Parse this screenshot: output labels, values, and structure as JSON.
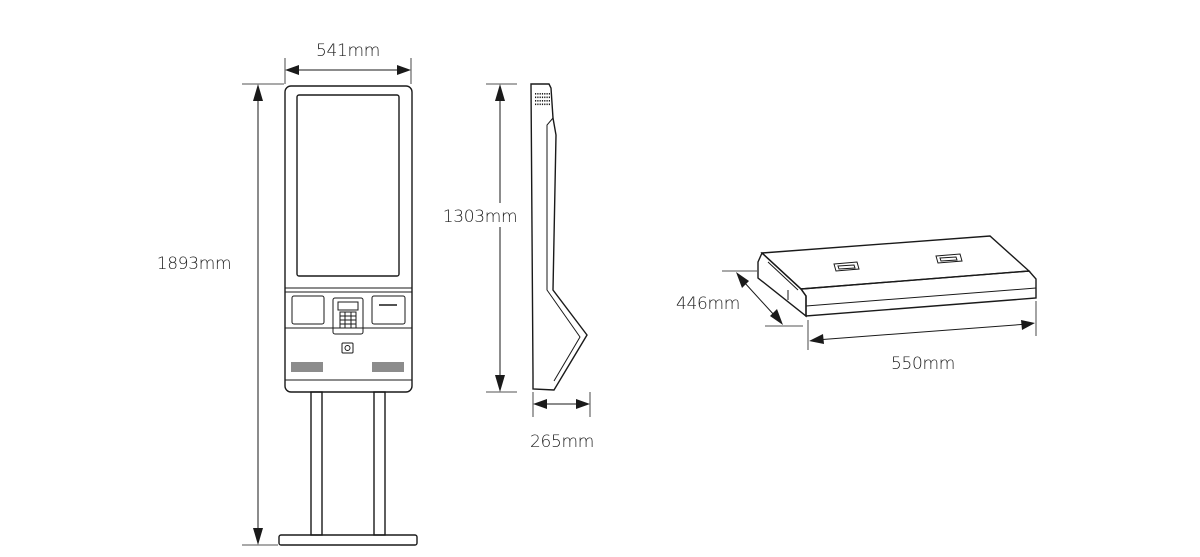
{
  "dimensions": {
    "front_width": "541mm",
    "front_height": "1893mm",
    "side_height": "1303mm",
    "side_depth": "265mm",
    "base_depth": "446mm",
    "base_width": "550mm"
  },
  "colors": {
    "line": "#1a1a1a",
    "background": "#ffffff"
  }
}
